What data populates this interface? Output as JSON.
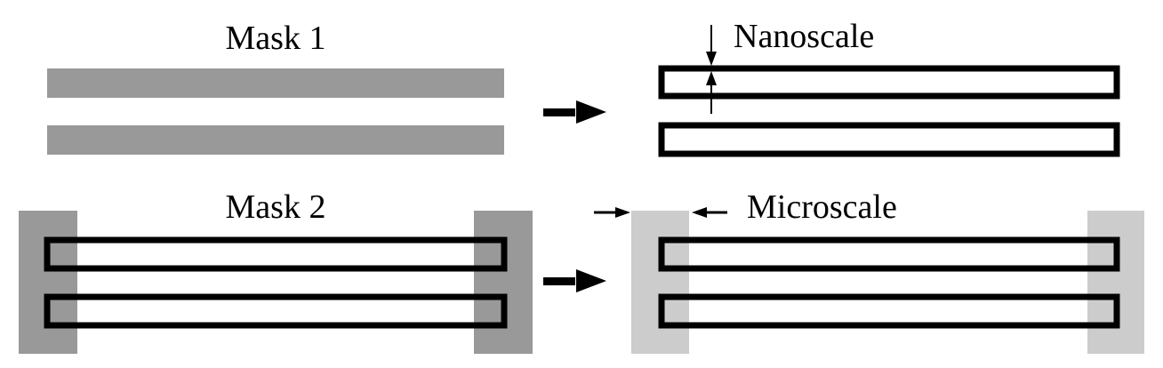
{
  "diagram": {
    "title": "Two-mask lithography: nanoscale lines then microscale contact pads",
    "steps": [
      {
        "id": "mask1",
        "label": "Mask 1",
        "result_annotation": "Nanoscale"
      },
      {
        "id": "mask2",
        "label": "Mask 2",
        "result_annotation": "Microscale"
      }
    ],
    "colors": {
      "mask_dark_gray": "#999999",
      "pad_light_gray": "#cccccc",
      "outline": "#000000",
      "background": "#ffffff"
    },
    "icons": {
      "process_arrow": "right-arrow",
      "dimension_arrows": "inward-pointing-arrows"
    }
  }
}
